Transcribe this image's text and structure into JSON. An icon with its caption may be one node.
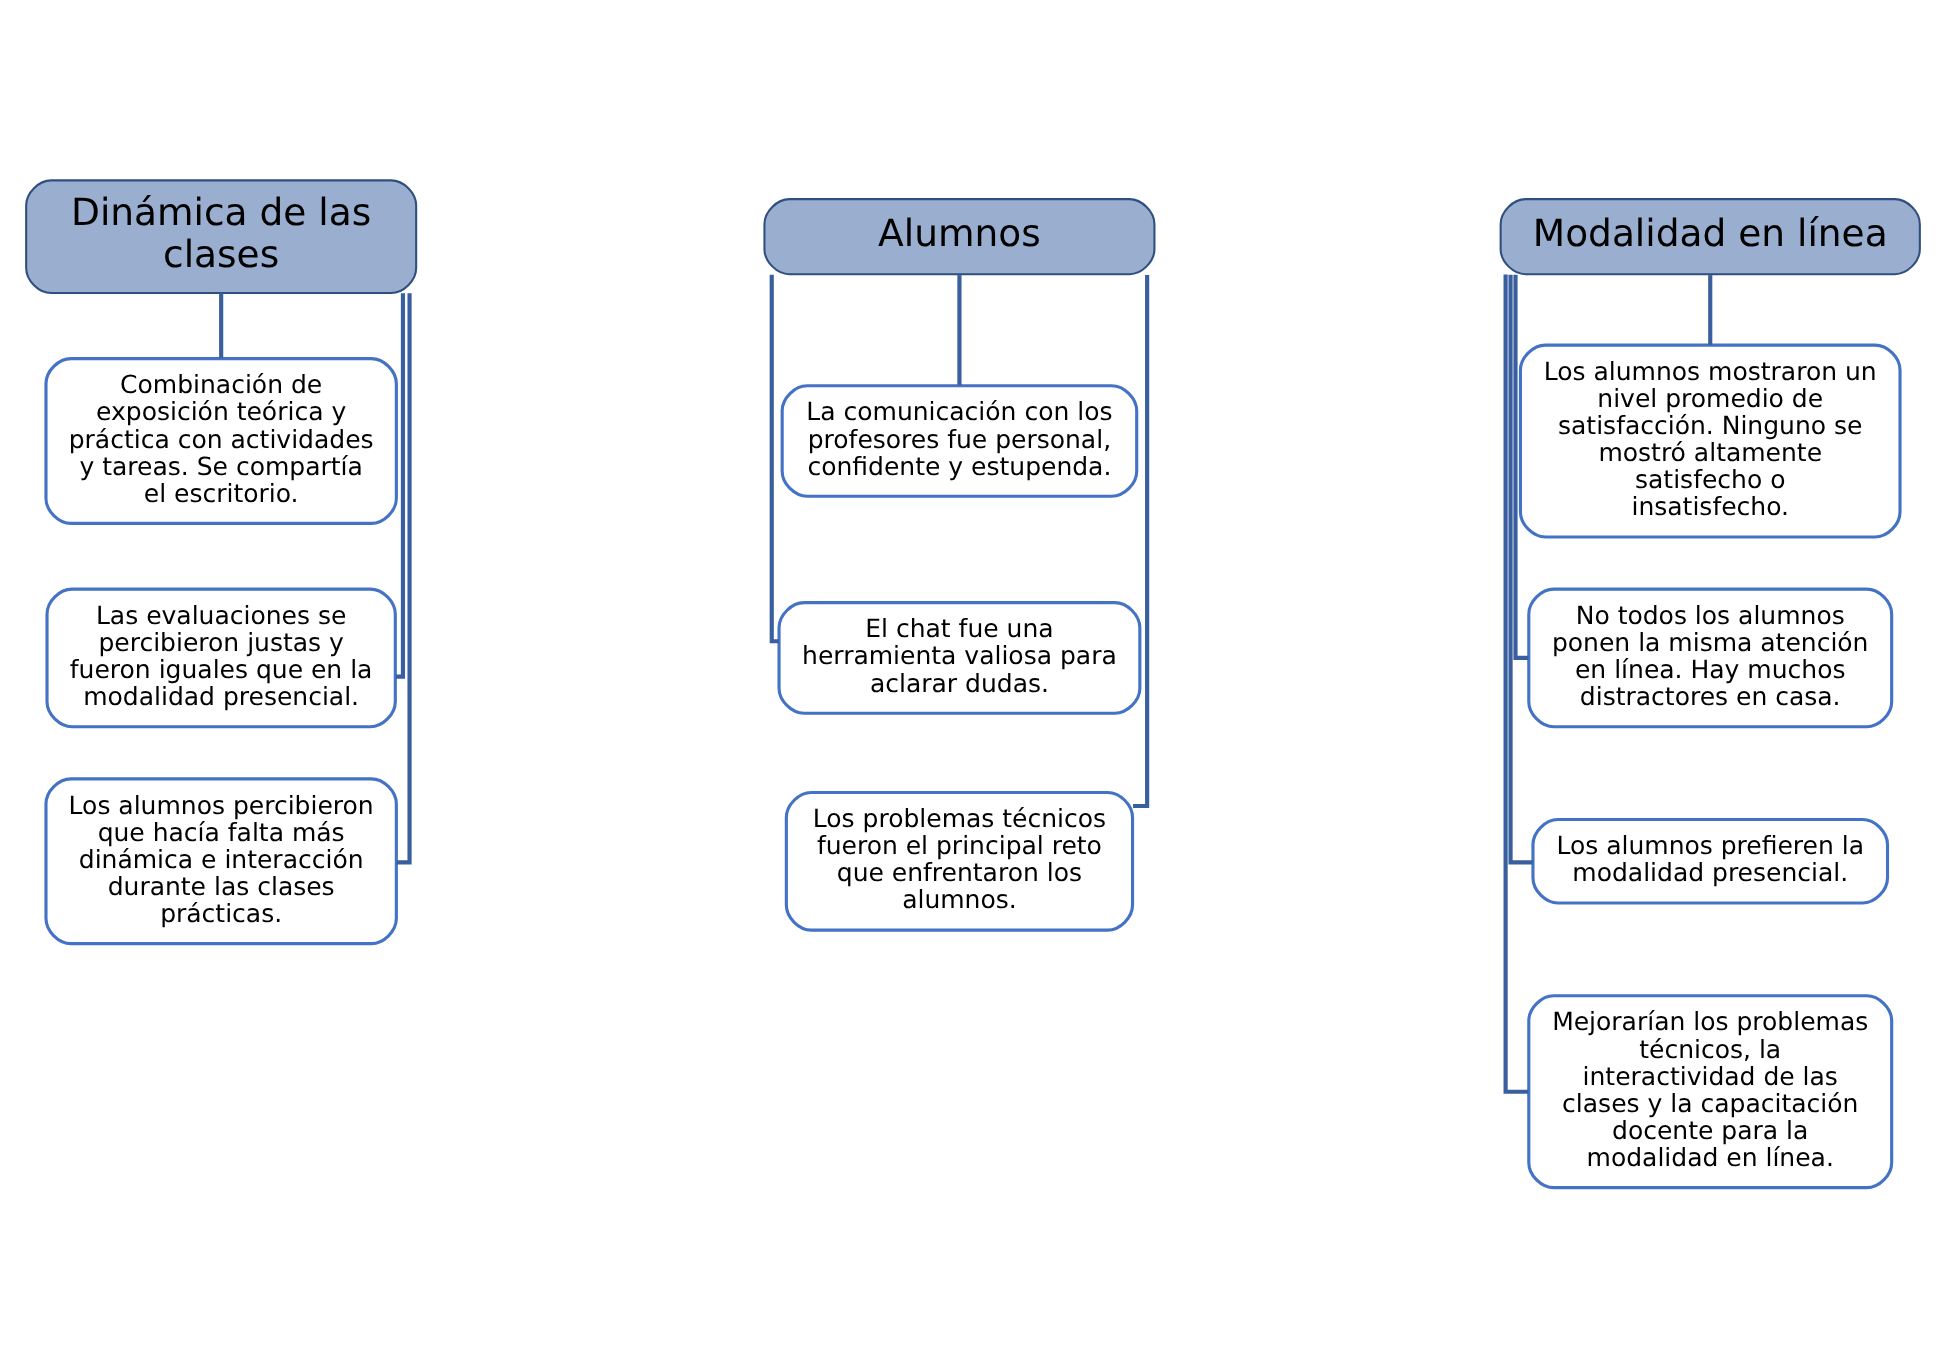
{
  "diagram": {
    "nodes": [
      {
        "text": [
          "Dinámica de las clases"
        ]
      },
      {
        "text": [
          "Combinación de exposición teórica y práctica con actividades y tareas. Se compartía el escritorio."
        ]
      },
      {
        "text": [
          "Las evaluaciones se percibieron justas y fueron iguales que en la modalidad presencial."
        ]
      },
      {
        "text": [
          "Los alumnos percibieron que hacía falta más dinámica e interacción durante las clases prácticas."
        ]
      },
      {
        "text": [
          "Alumnos"
        ]
      },
      {
        "text": [
          "La comunicación con los profesores fue personal, confidente y estupenda."
        ]
      },
      {
        "text": [
          "El chat fue una herramienta valiosa para aclarar dudas."
        ]
      },
      {
        "text": [
          "Los problemas técnicos fueron el principal reto que enfrentaron los alumnos."
        ]
      },
      {
        "text": [
          "Modalidad en línea"
        ]
      },
      {
        "text": [
          "Los alumnos mostraron un nivel promedio de satisfacción. Ninguno se mostró altamente satisfecho o insatisfecho."
        ]
      },
      {
        "text": [
          "No todos los alumnos ponen la misma atención en línea. Hay muchos distractores en casa."
        ]
      },
      {
        "text": [
          "Los alumnos prefieren la modalidad presencial."
        ]
      },
      {
        "text": [
          "Mejorarían los problemas técnicos, la interactividad de las clases y la capacitación docente para la modalidad en línea."
        ]
      }
    ],
    "edges": [
      {
        "from": 0,
        "to": 1,
        "arrow": "none"
      },
      {
        "from": 0,
        "to": 2,
        "arrow": "none"
      },
      {
        "from": 0,
        "to": 3,
        "arrow": "none"
      },
      {
        "from": 4,
        "to": 5,
        "arrow": "none"
      },
      {
        "from": 4,
        "to": 6,
        "arrow": "none"
      },
      {
        "from": 4,
        "to": 7,
        "arrow": "none"
      },
      {
        "from": 8,
        "to": 9,
        "arrow": "none"
      },
      {
        "from": 8,
        "to": 10,
        "arrow": "none"
      },
      {
        "from": 8,
        "to": 11,
        "arrow": "none"
      },
      {
        "from": 8,
        "to": 12,
        "arrow": "none"
      }
    ]
  }
}
